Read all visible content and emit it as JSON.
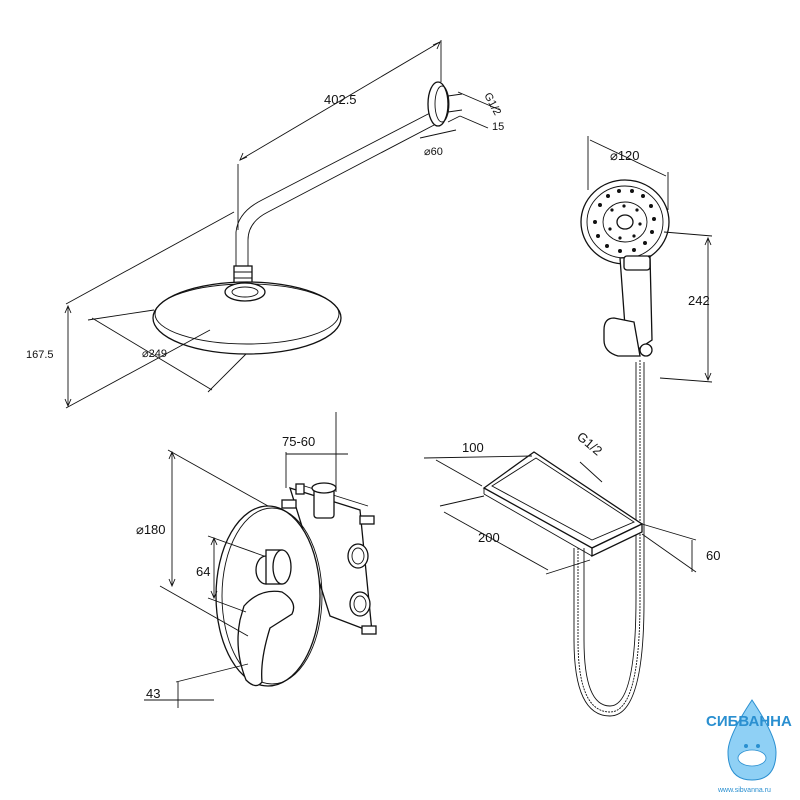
{
  "dimensions": {
    "arm_length": "402.5",
    "thread_top": "G1/2",
    "flange_thickness": "15",
    "flange_diameter": "⌀60",
    "head_height": "167.5",
    "head_diameter": "⌀249",
    "hand_diameter": "⌀120",
    "hand_height": "242",
    "box_depth": "75-60",
    "plate_diameter": "⌀180",
    "knob_offset": "64",
    "lever_depth": "43",
    "shelf_depth": "100",
    "thread_shelf": "G1/2",
    "shelf_width": "200",
    "shelf_height": "60"
  },
  "logo": {
    "name": "СИБВАННА",
    "url": "www.sibvanna.ru"
  },
  "colors": {
    "line": "#111111",
    "logo_blue": "#2a8fd0",
    "logo_light": "#8fd0f5"
  }
}
